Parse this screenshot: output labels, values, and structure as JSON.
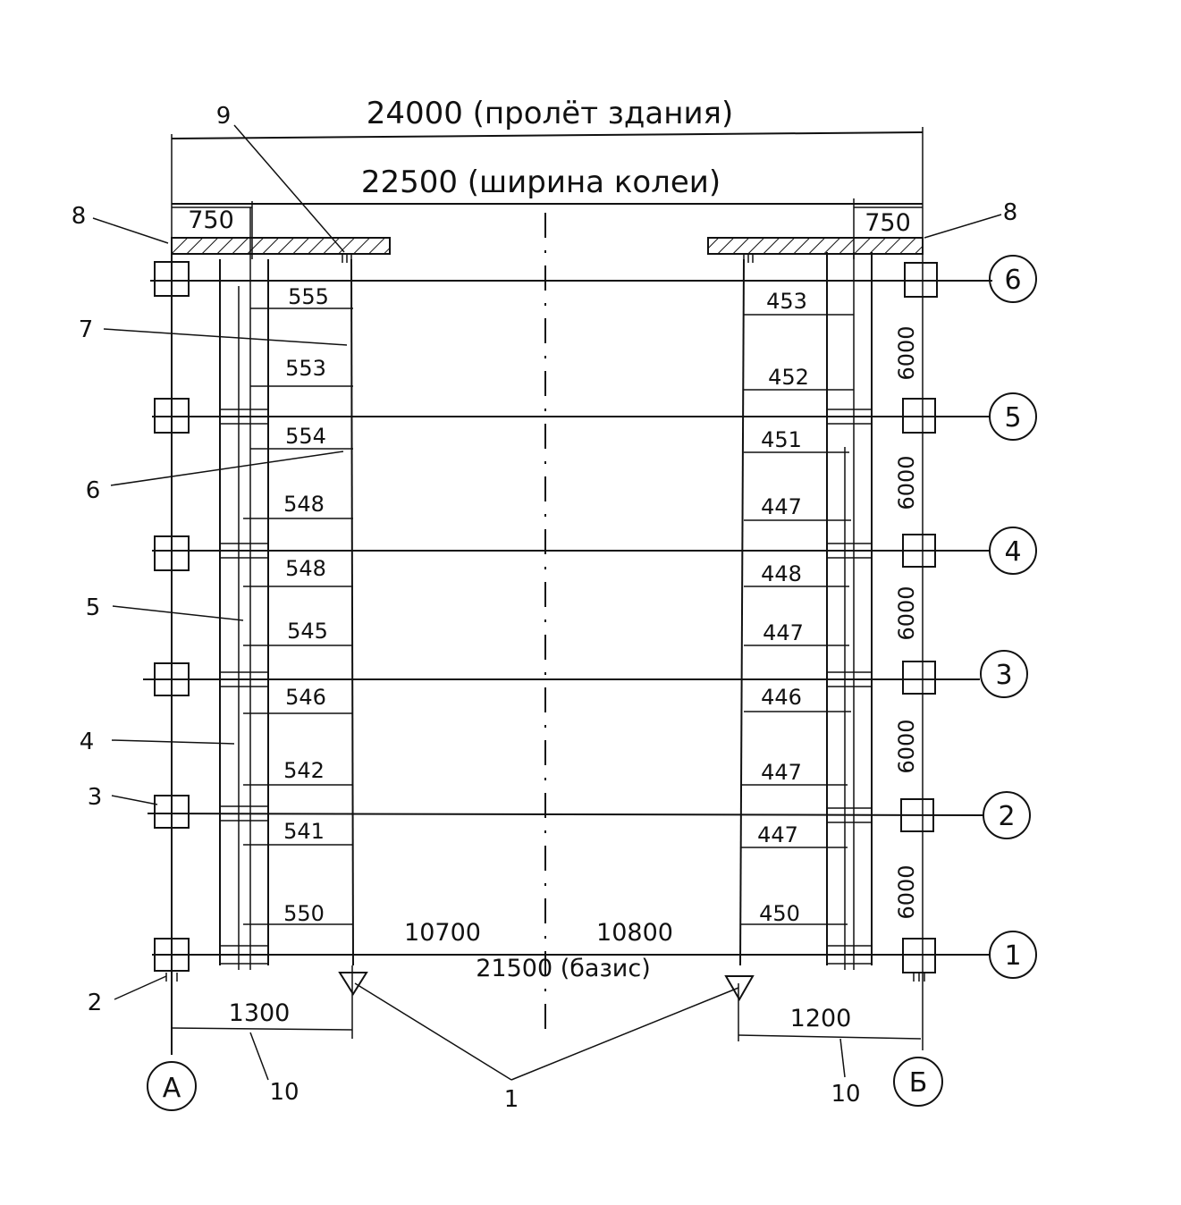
{
  "span_label": "24000 (пролёт здания)",
  "gauge_label": "22500 (ширина колеи)",
  "left_offset": "750",
  "right_offset": "750",
  "base_left": "10700",
  "base_right": "10800",
  "base_total": "21500 (базис)",
  "bottom_left_dim": "1300",
  "bottom_right_dim": "1200",
  "bay_dim": "6000",
  "axes": {
    "left": "А",
    "right": "Б",
    "rows": [
      "1",
      "2",
      "3",
      "4",
      "5",
      "6"
    ]
  },
  "left_dims": [
    "555",
    "553",
    "554",
    "548",
    "548",
    "545",
    "546",
    "542",
    "541",
    "550"
  ],
  "right_dims": [
    "453",
    "452",
    "451",
    "447",
    "448",
    "447",
    "446",
    "447",
    "447",
    "450"
  ],
  "callouts": [
    "1",
    "2",
    "3",
    "4",
    "5",
    "6",
    "7",
    "8",
    "8",
    "9",
    "10",
    "10"
  ]
}
